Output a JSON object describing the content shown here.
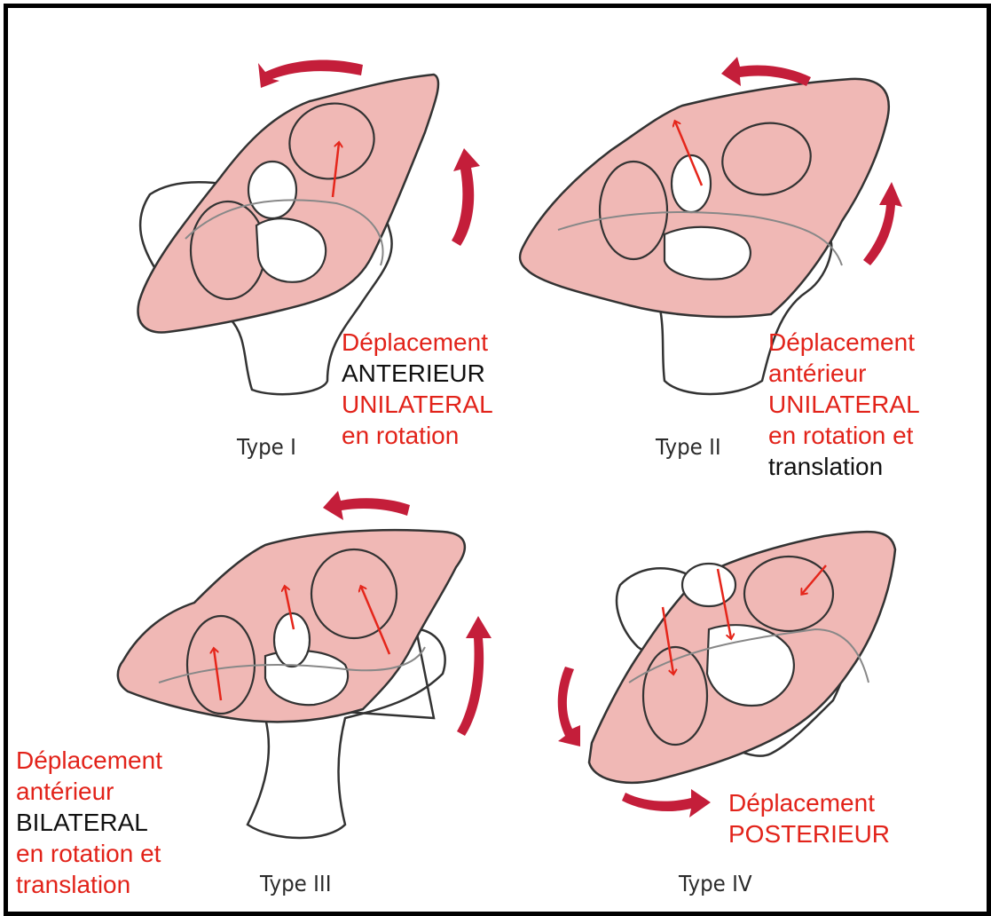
{
  "types": [
    {
      "label": "Type I"
    },
    {
      "label": "Type II"
    },
    {
      "label": "Type III"
    },
    {
      "label": "Type IV"
    }
  ],
  "captions": [
    {
      "lines": [
        {
          "text": "Déplacement",
          "color": "red"
        },
        {
          "text": "ANTERIEUR",
          "color": "black"
        },
        {
          "text": "UNILATERAL",
          "color": "red"
        },
        {
          "text": "en rotation",
          "color": "red"
        }
      ]
    },
    {
      "lines": [
        {
          "text": "Déplacement",
          "color": "red"
        },
        {
          "text": "antérieur",
          "color": "red"
        },
        {
          "text": "UNILATERAL",
          "color": "red"
        },
        {
          "text": "en rotation et",
          "color": "red"
        },
        {
          "text": "translation",
          "color": "black"
        }
      ]
    },
    {
      "lines": [
        {
          "text": "Déplacement",
          "color": "red"
        },
        {
          "text": "antérieur",
          "color": "red"
        },
        {
          "text": "BILATERAL",
          "color": "black"
        },
        {
          "text": "en rotation et",
          "color": "red"
        },
        {
          "text": "translation",
          "color": "red"
        }
      ]
    },
    {
      "lines": [
        {
          "text": "Déplacement",
          "color": "red"
        },
        {
          "text": "POSTERIEUR",
          "color": "red"
        }
      ]
    }
  ],
  "colors": {
    "caption_red": "#e2231a",
    "caption_black": "#111111",
    "atlas_fill": "#f0b8b5",
    "rotation_arrow": "#c41e3a",
    "motion_arrow": "#e5261b",
    "outline": "#333333"
  }
}
